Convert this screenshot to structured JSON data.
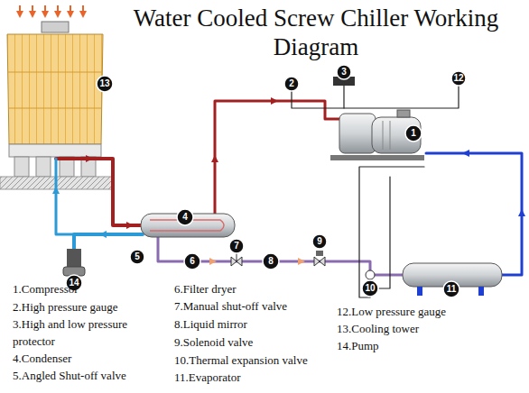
{
  "diagram": {
    "title": "Water Cooled Screw Chiller Working Diagram",
    "labels": [
      "1",
      "2",
      "3",
      "4",
      "5",
      "6",
      "7",
      "8",
      "9",
      "10",
      "11",
      "12",
      "13",
      "14",
      "1.Compressor",
      "2.High pressure gauge",
      "3.High and low pressure protector",
      "4.Condenser",
      "5.Angled Shut-off valve",
      "6.Filter dryer",
      "7.Manual shut-off valve",
      "8.Liquid mirror",
      "9.Solenoid valve",
      "10.Thermal expansion valve",
      "11.Evaporator",
      "12.Low pressure gauge",
      "13.Cooling tower",
      "14.Pump"
    ]
  }
}
